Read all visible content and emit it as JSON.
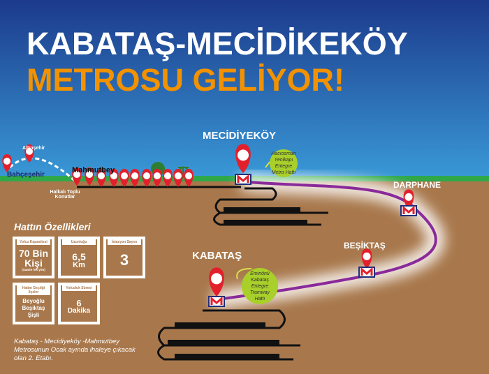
{
  "title": {
    "line1": "KABATAŞ-MECİDİKEKÖY",
    "line2": "METROSU GELİYOR!"
  },
  "colors": {
    "sky_top": "#1c3a8c",
    "sky_bottom": "#3a9bd8",
    "ground": "#a8784c",
    "title_accent": "#f39200",
    "line": "#8a2a9a",
    "bubble": "#a8cf2a",
    "pin": "#e2202c"
  },
  "stations": {
    "mecidiyekoy": "MECİDİYEKÖY",
    "darphane": "DARPHANE",
    "besiktas": "BEŞİKTAŞ",
    "kabatas": "KABATAŞ"
  },
  "map_labels": {
    "altinsehir": "Altınşehir",
    "bahcesehir": "Bahçeşehir",
    "mahmutbey": "Mahmutbey",
    "halkali": "Halkalı Toplu Konutlar"
  },
  "bubbles": {
    "mecidiyekoy": [
      "Hacıosman",
      "Yenikapı",
      "Entegre",
      "Metro Hattı"
    ],
    "kabatas": [
      "Eminönü",
      "Kabataş",
      "Entegre",
      "Tramway",
      "Hattı"
    ]
  },
  "features": {
    "heading": "Hattın Özellikleri",
    "boxes": [
      {
        "label": "Yolcu Kapasitesi",
        "value": [
          "70 Bin",
          "Kişi"
        ],
        "sub": "(Saatte tek yön)"
      },
      {
        "label": "Uzunluğu",
        "value": [
          "6,5",
          "Km"
        ]
      },
      {
        "label": "İstasyon Sayısı",
        "value": [
          "3"
        ]
      },
      {
        "label": "Hattın Geçtiği İlçeler",
        "value": [
          "Beyoğlu",
          "Beşiktaş",
          "Şişli"
        ]
      },
      {
        "label": "Yolculuk Süresi",
        "value": [
          "6",
          "Dakika"
        ]
      }
    ]
  },
  "note": "Kabataş - Mecidiyeköy -Mahmutbey Metrosunun Ocak ayında ihaleye çıkacak olan 2. Etabı."
}
